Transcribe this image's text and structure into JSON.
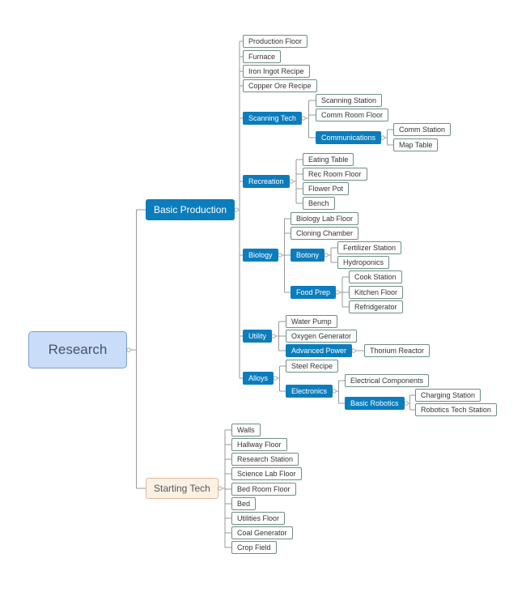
{
  "root": {
    "label": "Research",
    "branches": [
      {
        "label": "Basic Production",
        "children": [
          {
            "label": "Production Floor"
          },
          {
            "label": "Furnace"
          },
          {
            "label": "Iron Ingot Recipe"
          },
          {
            "label": "Copper Ore Recipe"
          },
          {
            "label": "Scanning Tech",
            "children": [
              {
                "label": "Scanning Station"
              },
              {
                "label": "Comm Room Floor"
              },
              {
                "label": "Communications",
                "children": [
                  {
                    "label": "Comm Station"
                  },
                  {
                    "label": "Map Table"
                  }
                ]
              }
            ]
          },
          {
            "label": "Recreation",
            "children": [
              {
                "label": "Eating Table"
              },
              {
                "label": "Rec Room Floor"
              },
              {
                "label": "Flower Pot"
              },
              {
                "label": "Bench"
              }
            ]
          },
          {
            "label": "Biology",
            "children": [
              {
                "label": "Biology Lab Floor"
              },
              {
                "label": "Cloning Chamber"
              },
              {
                "label": "Botony",
                "children": [
                  {
                    "label": "Fertilizer Station"
                  },
                  {
                    "label": "Hydroponics"
                  }
                ]
              },
              {
                "label": "Food Prep",
                "children": [
                  {
                    "label": "Cook Station"
                  },
                  {
                    "label": "Kitchen Floor"
                  },
                  {
                    "label": "Refridgerator"
                  }
                ]
              }
            ]
          },
          {
            "label": "Utility",
            "children": [
              {
                "label": "Water Pump"
              },
              {
                "label": "Oxygen Generator"
              },
              {
                "label": "Advanced Power",
                "children": [
                  {
                    "label": "Thorium Reactor"
                  }
                ]
              }
            ]
          },
          {
            "label": "Alloys",
            "children": [
              {
                "label": "Steel Recipe"
              },
              {
                "label": "Electronics",
                "children": [
                  {
                    "label": "Electrical Components"
                  },
                  {
                    "label": "Basic Robotics",
                    "children": [
                      {
                        "label": "Charging Station"
                      },
                      {
                        "label": "Robotics Tech Station"
                      }
                    ]
                  }
                ]
              }
            ]
          }
        ]
      },
      {
        "label": "Starting Tech",
        "children": [
          {
            "label": "Walls"
          },
          {
            "label": "Hallway Floor"
          },
          {
            "label": "Research Station"
          },
          {
            "label": "Science Lab Floor"
          },
          {
            "label": "Bed Room Floor"
          },
          {
            "label": "Bed"
          },
          {
            "label": "Utilities Floor"
          },
          {
            "label": "Coal Generator"
          },
          {
            "label": "Crop Field"
          }
        ]
      }
    ]
  },
  "colors": {
    "branch_fill": "#0b7dbd",
    "root_fill": "#c9dcf8",
    "starting_fill": "#fdf1e6",
    "leaf_border": "#6f8f82",
    "connector": "#9a9a9a"
  }
}
